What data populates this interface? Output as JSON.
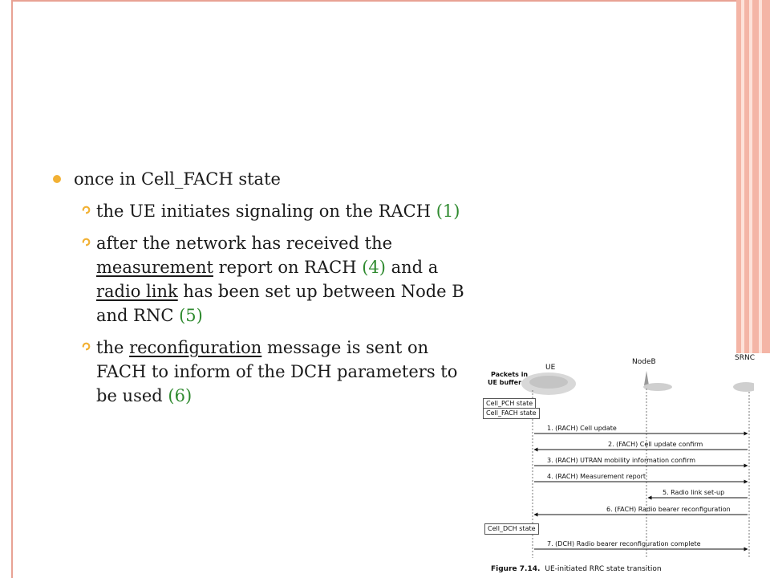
{
  "content": {
    "main_bullet": "once in Cell_FACH state",
    "sub1": {
      "text": "the UE initiates signaling on the RACH ",
      "num": "(1)"
    },
    "sub2": {
      "t1": "after the network has received the ",
      "u1": "measurement",
      "t2": " report on RACH ",
      "n1": "(4)",
      "t3": " and a ",
      "u2": "radio link",
      "t4": " has been set up between Node B and RNC ",
      "n2": "(5)"
    },
    "sub3": {
      "t1": "the ",
      "u1": "reconfiguration",
      "t2": " message is sent on FACH to inform of the DCH parameters to be used ",
      "n1": "(6)"
    }
  },
  "diagram": {
    "entities": {
      "ue": "UE",
      "nodeb": "NodeB",
      "srnc": "SRNC"
    },
    "packets_label_1": "Packets in",
    "packets_label_2": "UE buffer",
    "state_pch": "Cell_PCH state",
    "state_fach": "Cell_FACH state",
    "state_dch": "Cell_DCH state",
    "messages": [
      "1. (RACH) Cell update",
      "2. (FACH) Cell update confirm",
      "3. (RACH) UTRAN mobility information confirm",
      "4. (RACH) Measurement report",
      "5. Radio link set-up",
      "6. (FACH) Radio bearer reconfiguration",
      "7. (DCH) Radio bearer reconfiguration complete"
    ],
    "caption_fig": "Figure 7.14.",
    "caption_text": "UE-initiated RRC state transition"
  },
  "colors": {
    "bullet": "#f2b134",
    "number": "#2f8a2f",
    "stripe": "#f4b5a6"
  }
}
